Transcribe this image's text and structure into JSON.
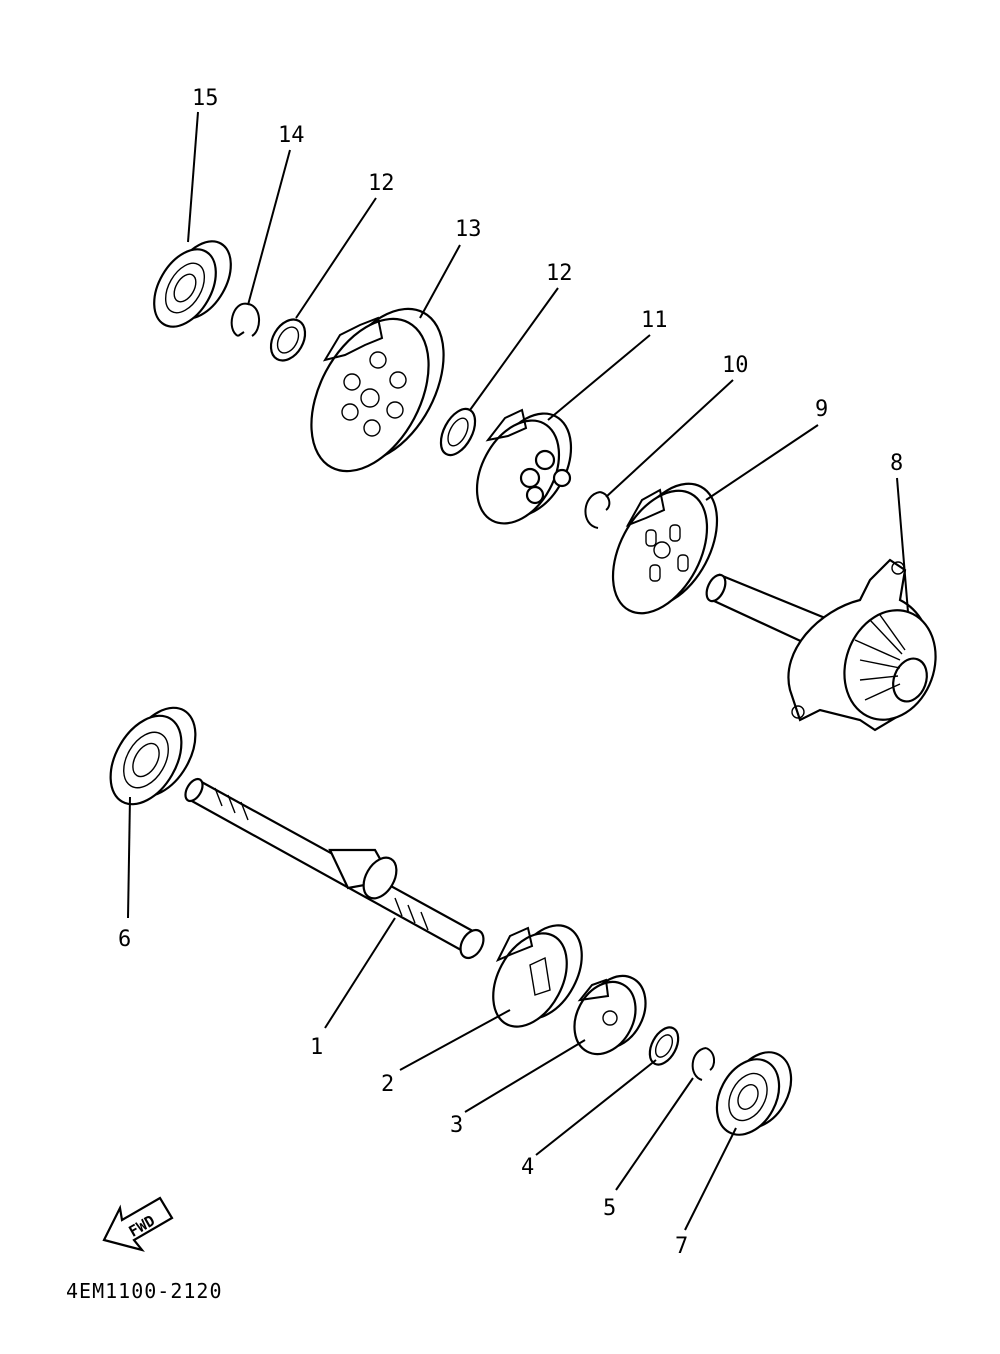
{
  "diagram": {
    "callouts": {
      "p1": "1",
      "p2": "2",
      "p3": "3",
      "p4": "4",
      "p5": "5",
      "p6": "6",
      "p7": "7",
      "p8": "8",
      "p9": "9",
      "p10": "10",
      "p11": "11",
      "p12a": "12",
      "p12b": "12",
      "p13": "13",
      "p14": "14",
      "p15": "15"
    },
    "direction_arrow": {
      "label": "FWD",
      "icon": "fwd-arrow-icon"
    },
    "drawing_code": "4EM1100-2120"
  }
}
